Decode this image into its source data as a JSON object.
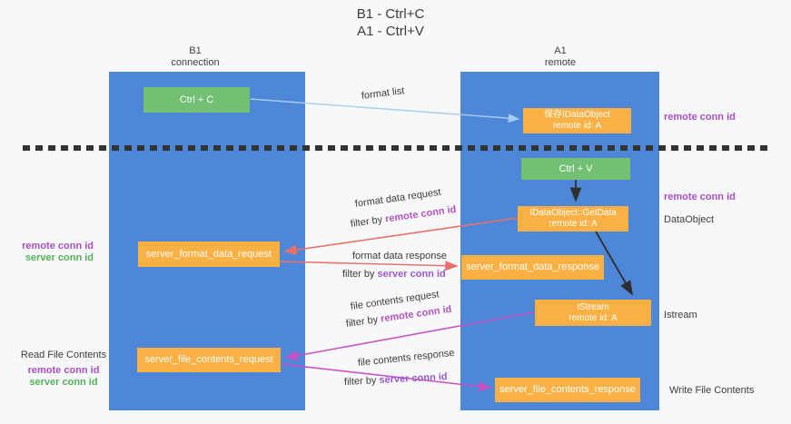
{
  "title": {
    "line1": "B1 - Ctrl+C",
    "line2": "A1 - Ctrl+V"
  },
  "lanes": {
    "b1": {
      "name": "B1",
      "subtitle": "connection"
    },
    "a1": {
      "name": "A1",
      "subtitle": "remote"
    }
  },
  "nodes": {
    "ctrl_c": {
      "label": "Ctrl + C"
    },
    "ctrl_v": {
      "label": "Ctrl + V"
    },
    "save_obj": {
      "line1": "保存IDataObject",
      "line2": "remote id: A"
    },
    "getdata": {
      "line1": "IDataObject::GetData",
      "line2": "remote id: A"
    },
    "istream": {
      "line1": "IStream",
      "line2": "remote id: A"
    },
    "format_request": {
      "label": "server_format_data_request"
    },
    "format_response": {
      "label": "server_format_data_response"
    },
    "file_request": {
      "label": "server_file_contents_request"
    },
    "file_response": {
      "label": "server_file_contents_response"
    }
  },
  "labels": {
    "format_list": "format list",
    "format_data_request": "format data request",
    "format_data_response": "format data response",
    "file_contents_request": "file contents request",
    "file_contents_response": "file contents response",
    "filter_by": "filter by",
    "remote_conn_id": "remote conn id",
    "server_conn_id": "server conn id",
    "read_file_contents": "Read File Contents",
    "write_file_contents": "Write File Contents",
    "dataobject": "DataObject",
    "istream": "Istream"
  },
  "colors": {
    "lifeline_blue": "#4e87d7",
    "box_green": "#73bf73",
    "box_orange": "#fbb044",
    "arrow_light_blue": "#a5cdf1",
    "arrow_black": "#2f2f2f",
    "arrow_salmon": "#e8716b",
    "arrow_magenta": "#c553c5",
    "label_purple": "#a94fc0",
    "label_green": "#53b158"
  }
}
